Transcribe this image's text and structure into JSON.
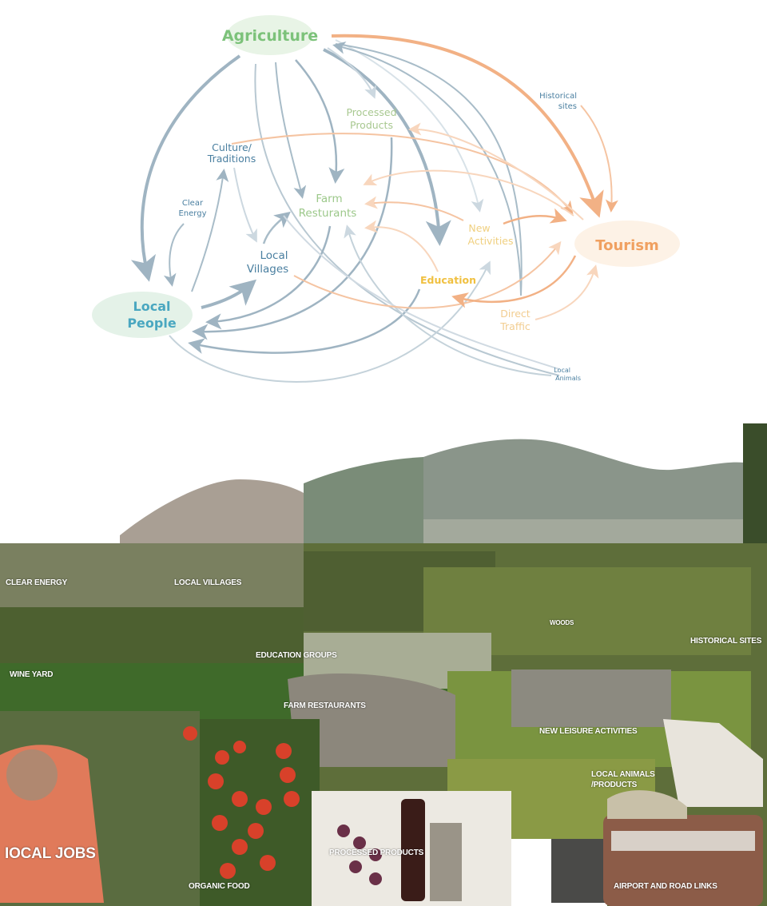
{
  "diagram": {
    "nodes": {
      "agriculture": "Agriculture",
      "tourism": "Tourism",
      "local_people": [
        "Local",
        "People"
      ],
      "processed_products": [
        "Processed",
        "Products"
      ],
      "culture_traditions": [
        "Culture/",
        "Traditions"
      ],
      "clear_energy": [
        "Clear",
        "Energy"
      ],
      "farm_restaurants": [
        "Farm",
        "Resturants"
      ],
      "local_villages": [
        "Local",
        "Villages"
      ],
      "new_activities": [
        "New",
        "Activities"
      ],
      "education": "Education",
      "direct_traffic": [
        "Direct",
        "Traffic"
      ],
      "historical_sites": [
        "Historical",
        "sites"
      ],
      "local_animals": [
        "Local",
        "Animals"
      ]
    },
    "colors": {
      "agriculture": "#7cc27a",
      "tourism": "#f0a060",
      "local_people": "#4aa7c0",
      "blue_arrow": "#9fb4c2",
      "orange_arrow": "#f2b185"
    }
  },
  "collage": {
    "labels": {
      "clear_energy": "CLEAR ENERGY",
      "local_villages": "LOCAL VILLAGES",
      "woods": "WOODS",
      "historical_sites": "HISTORICAL SITES",
      "education_groups": "EDUCATION GROUPS",
      "wine_yard": "WINE YARD",
      "farm_restaurants": "FARM RESTAURANTS",
      "new_leisure_activities": "NEW LEISURE ACTIVITIES",
      "local_animals_products": [
        "LOCAL ANIMALS",
        "/PRODUCTS"
      ],
      "local_jobs": "IOCAL JOBS",
      "organic_food": "ORGANIC FOOD",
      "processed_products": "PROCESSED PRODUCTS",
      "airport_road_links": "AIRPORT AND ROAD LINKS"
    }
  }
}
